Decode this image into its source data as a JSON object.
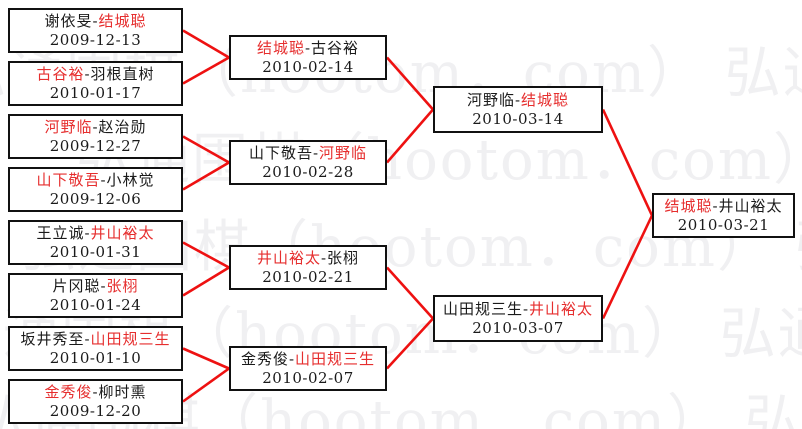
{
  "watermark": {
    "text": "弘通围棋（hootom．com）",
    "color": "#f0f0f2"
  },
  "colors": {
    "line": "#ee1111",
    "winner": "#e62e2e",
    "text": "#1a1a1a",
    "border": "#111111",
    "background": "#ffffff"
  },
  "bracket": {
    "separator": "-",
    "rounds": [
      {
        "name": "first-round",
        "matches": [
          {
            "left": "谢依旻",
            "right": "结城聪",
            "winner": "right",
            "date": "2009-12-13"
          },
          {
            "left": "古谷裕",
            "right": "羽根直树",
            "winner": "left",
            "date": "2010-01-17"
          },
          {
            "left": "河野临",
            "right": "赵治勋",
            "winner": "left",
            "date": "2009-12-27"
          },
          {
            "left": "山下敬吾",
            "right": "小林觉",
            "winner": "left",
            "date": "2009-12-06"
          },
          {
            "left": "王立诚",
            "right": "井山裕太",
            "winner": "right",
            "date": "2010-01-31"
          },
          {
            "left": "片冈聪",
            "right": "张栩",
            "winner": "right",
            "date": "2010-01-24"
          },
          {
            "left": "坂井秀至",
            "right": "山田规三生",
            "winner": "right",
            "date": "2010-01-10"
          },
          {
            "left": "金秀俊",
            "right": "柳时熏",
            "winner": "left",
            "date": "2009-12-20"
          }
        ]
      },
      {
        "name": "second-round",
        "matches": [
          {
            "left": "结城聪",
            "right": "古谷裕",
            "winner": "left",
            "date": "2010-02-14"
          },
          {
            "left": "山下敬吾",
            "right": "河野临",
            "winner": "right",
            "date": "2010-02-28"
          },
          {
            "left": "井山裕太",
            "right": "张栩",
            "winner": "left",
            "date": "2010-02-21"
          },
          {
            "left": "金秀俊",
            "right": "山田规三生",
            "winner": "right",
            "date": "2010-02-07"
          }
        ]
      },
      {
        "name": "semifinal",
        "matches": [
          {
            "left": "河野临",
            "right": "结城聪",
            "winner": "right",
            "date": "2010-03-14"
          },
          {
            "left": "山田规三生",
            "right": "井山裕太",
            "winner": "right",
            "date": "2010-03-07"
          }
        ]
      },
      {
        "name": "final",
        "matches": [
          {
            "left": "结城聪",
            "right": "井山裕太",
            "winner": "left",
            "date": "2010-03-21"
          }
        ]
      }
    ]
  }
}
